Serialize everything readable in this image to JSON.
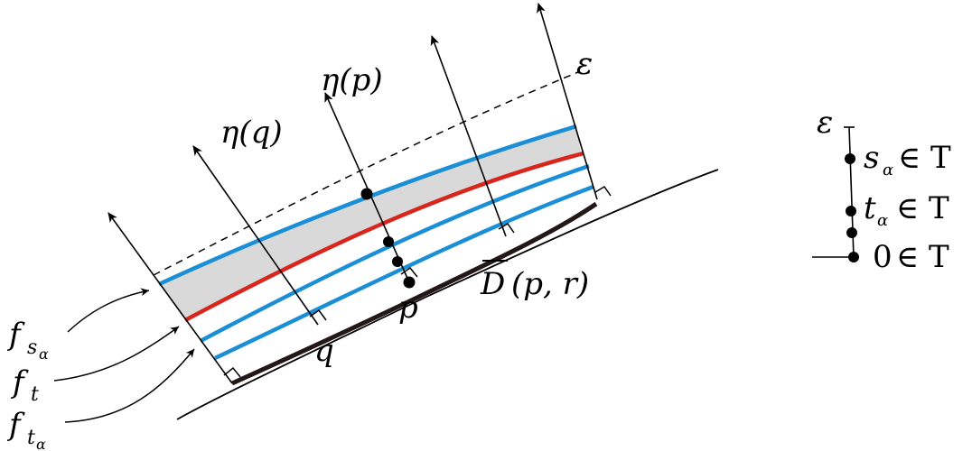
{
  "labels": {
    "eta_q": "η(q)",
    "eta_p": "η(p)",
    "epsilon_curve": "ε",
    "q": "q",
    "p": "p",
    "D_base": "D",
    "D_args": "(p, r)",
    "f_s_base": "f",
    "f_s_sub": "s",
    "f_s_subsub": "α",
    "f_t_base": "f",
    "f_t_sub": "t",
    "f_ta_base": "f",
    "f_ta_sub": "t",
    "f_ta_subsub": "α"
  },
  "scale": {
    "epsilon": "ε",
    "s_alpha": "s",
    "t_alpha": "t",
    "alpha": "α",
    "in_T_1": "∈ T",
    "in_T_2": "∈ T",
    "zero": "0",
    "in_T_3": "∈ T"
  },
  "colors": {
    "blue": "#1a8fd6",
    "red": "#d9261c",
    "fill": "#d9d9d9",
    "ink": "#000000"
  }
}
